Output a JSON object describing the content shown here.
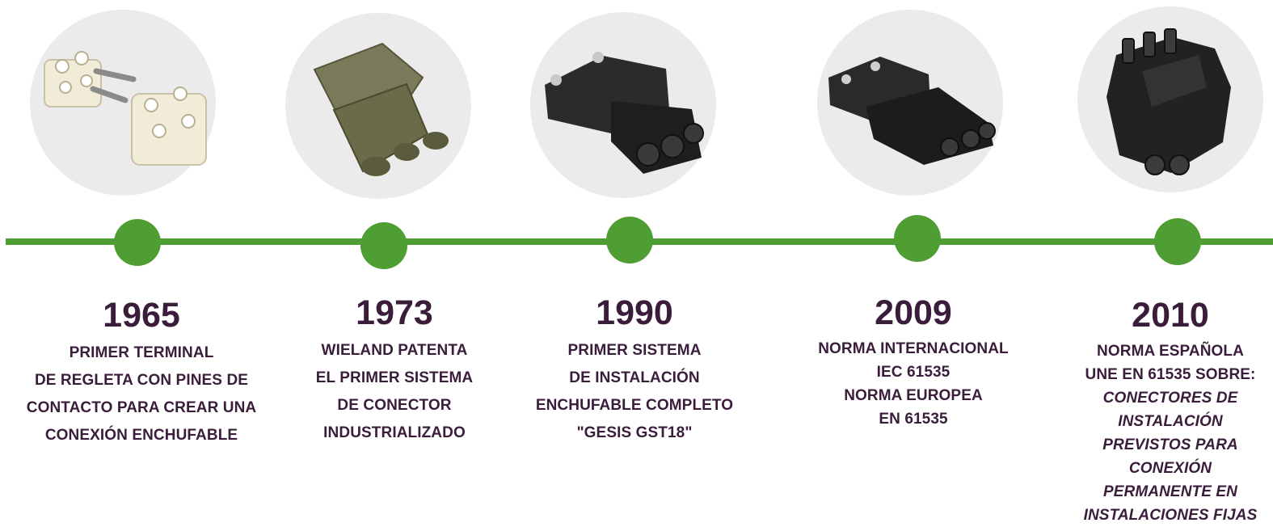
{
  "accent_color": "#4e9e33",
  "text_color": "#3a1d3a",
  "milestones": [
    {
      "year": "1965",
      "product_icon": "regleta-terminal-icon",
      "lines": [
        "PRIMER TERMINAL",
        "DE REGLETA CON PINES DE",
        "CONTACTO PARA CREAR UNA",
        "CONEXIÓN ENCHUFABLE"
      ]
    },
    {
      "year": "1973",
      "product_icon": "wieland-connector-icon",
      "lines": [
        "WIELAND PATENTA",
        "EL PRIMER SISTEMA",
        "DE CONECTOR",
        "INDUSTRIALIZADO"
      ]
    },
    {
      "year": "1990",
      "product_icon": "gesis-gst18-connector-icon",
      "lines": [
        "PRIMER SISTEMA",
        "DE INSTALACIÓN",
        "ENCHUFABLE COMPLETO",
        "\"GESIS GST18\""
      ]
    },
    {
      "year": "2009",
      "product_icon": "iec-connector-icon",
      "lines": [
        "NORMA INTERNACIONAL",
        "IEC 61535",
        "NORMA EUROPEA",
        "EN 61535"
      ]
    },
    {
      "year": "2010",
      "product_icon": "distribution-block-icon",
      "lines": [
        "NORMA ESPAÑOLA",
        "UNE  EN 61535 SOBRE:"
      ],
      "italic_lines": [
        "CONECTORES DE",
        "INSTALACIÓN",
        "PREVISTOS PARA",
        "CONEXIÓN",
        "PERMANENTE EN",
        "INSTALACIONES FIJAS"
      ]
    }
  ]
}
